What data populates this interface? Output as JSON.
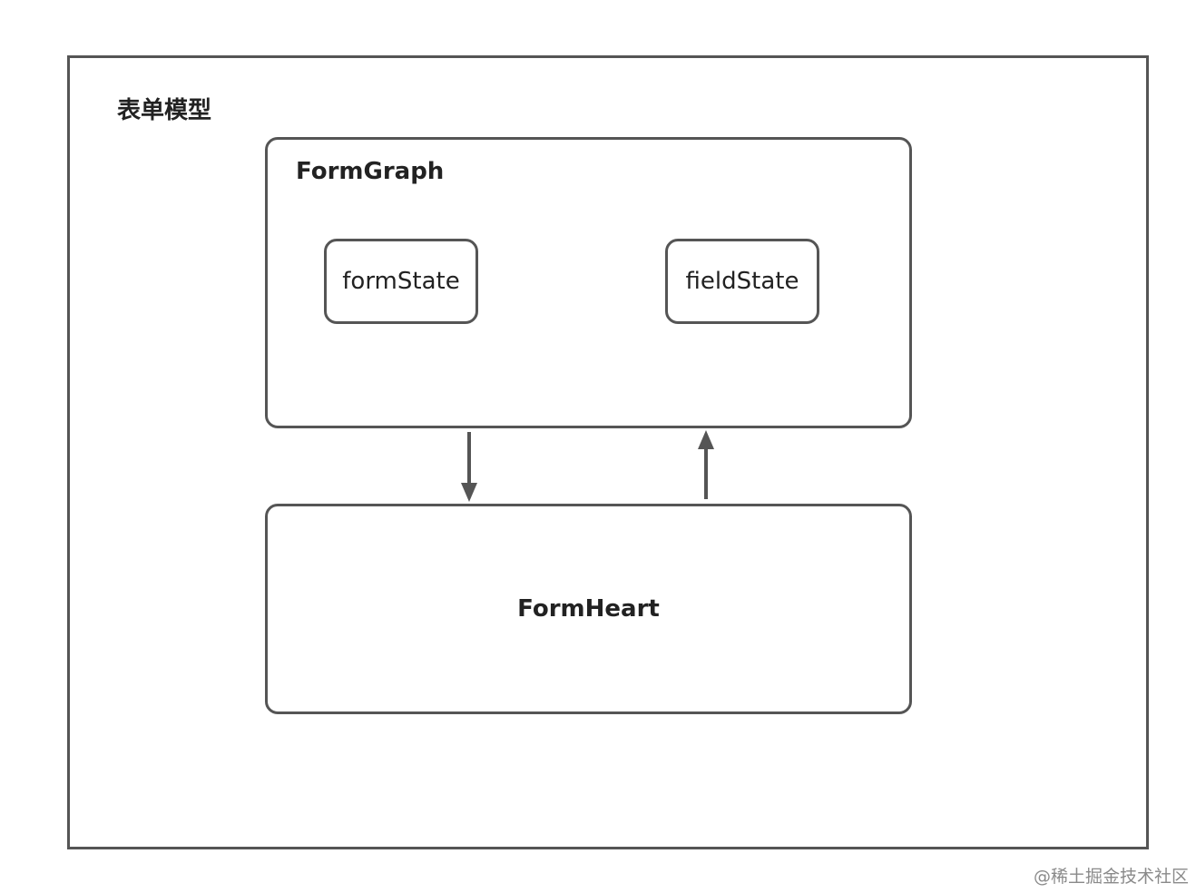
{
  "diagram": {
    "title": "表单模型",
    "graph": {
      "label": "FormGraph",
      "children": [
        "formState",
        "fieldState"
      ]
    },
    "heart": {
      "label": "FormHeart"
    },
    "edges": [
      {
        "from": "FormGraph",
        "to": "FormHeart",
        "direction": "down"
      },
      {
        "from": "FormHeart",
        "to": "FormGraph",
        "direction": "up"
      }
    ],
    "colors": {
      "stroke": "#555555",
      "text": "#222222",
      "watermark": "#8a8a8a"
    }
  },
  "watermark": "@稀土掘金技术社区"
}
